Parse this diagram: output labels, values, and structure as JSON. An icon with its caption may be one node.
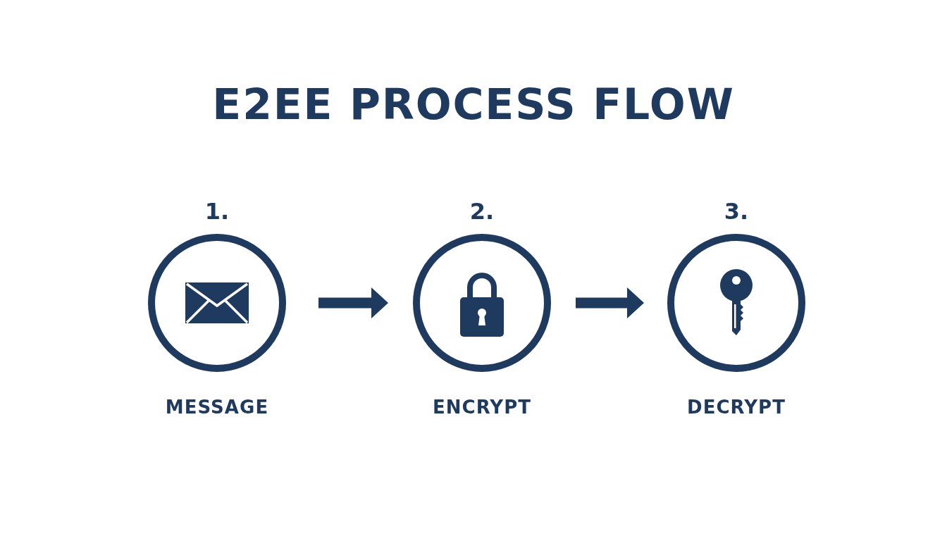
{
  "diagram": {
    "title": "E2EE PROCESS FLOW",
    "nodes": [
      {
        "text": [
          "1.",
          "MESSAGE"
        ]
      },
      {
        "text": [
          "2.",
          "ENCRYPT"
        ]
      },
      {
        "text": [
          "3.",
          "DECRYPT"
        ]
      }
    ],
    "edges": [
      {
        "from": 0,
        "to": 1,
        "arrow": "to"
      },
      {
        "from": 1,
        "to": 2,
        "arrow": "to"
      }
    ]
  }
}
